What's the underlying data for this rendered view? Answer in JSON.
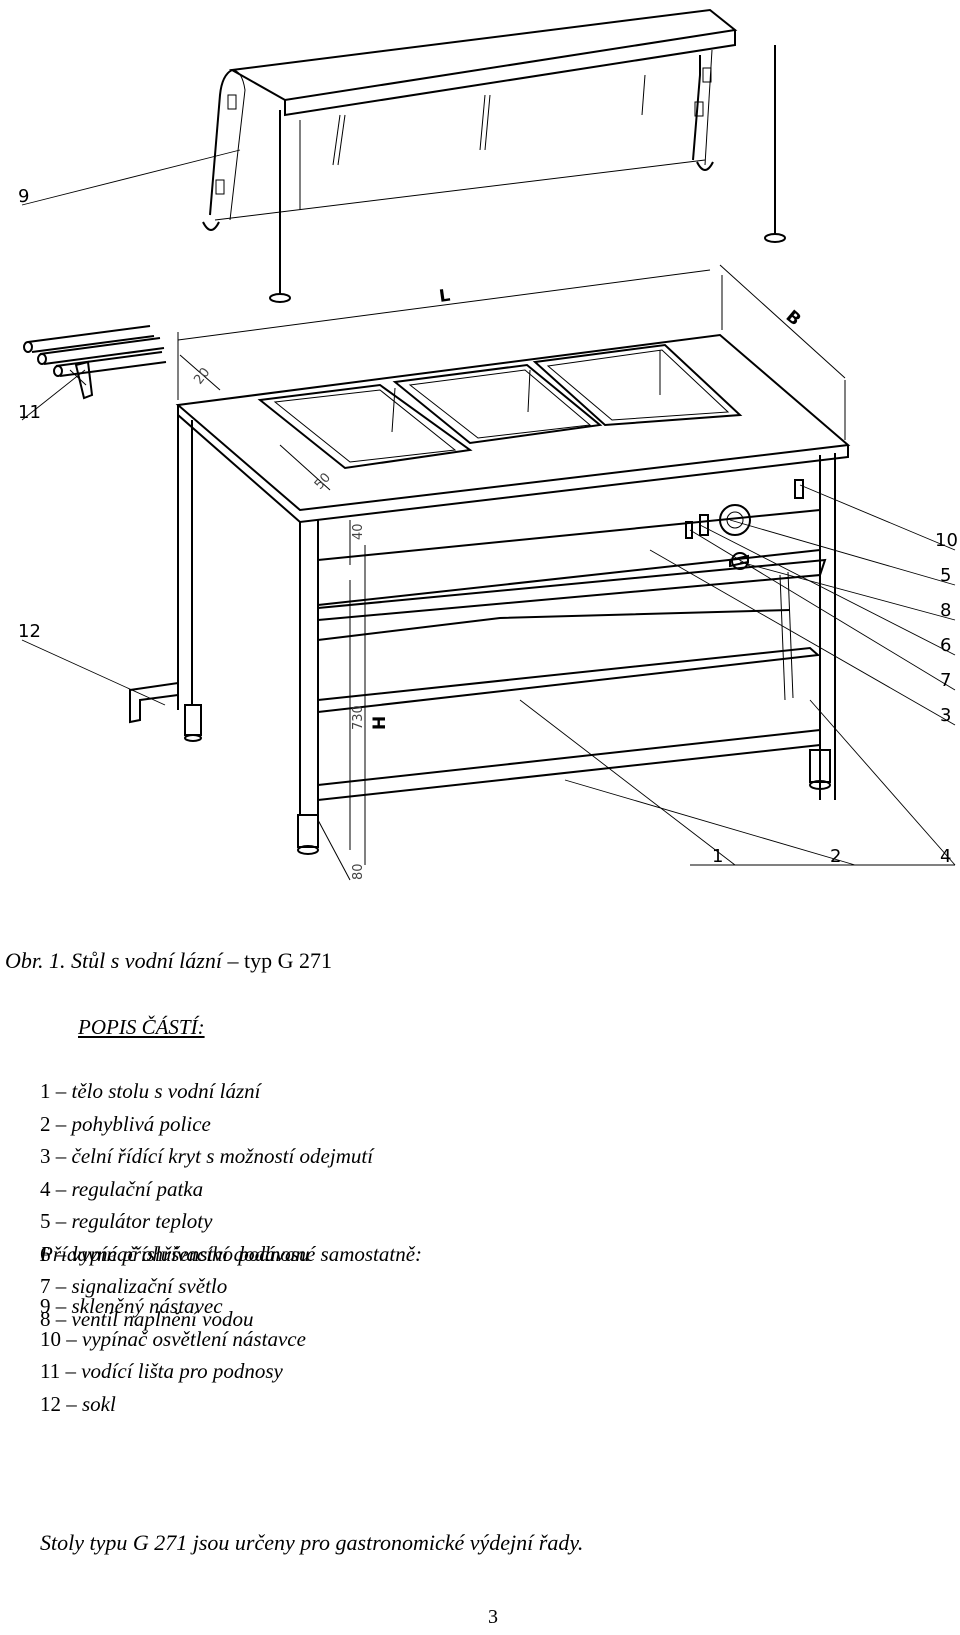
{
  "figure": {
    "callouts": [
      "9",
      "11",
      "12",
      "10",
      "5",
      "8",
      "6",
      "7",
      "3",
      "1",
      "2",
      "4"
    ],
    "dimensions": {
      "L": "L",
      "B": "B",
      "d20": "20",
      "d50": "50",
      "d40": "40",
      "H": "H",
      "d730": "730",
      "d80": "80"
    },
    "caption_prefix": "Obr. 1.",
    "caption_text": "Stůl s vodní lázní",
    "caption_type": "– typ G 271"
  },
  "parts_heading": "POPIS ČÁSTÍ:",
  "parts": [
    {
      "num": "1",
      "text": "– tělo stolu s vodní lázní"
    },
    {
      "num": "2",
      "text": "– pohyblivá police"
    },
    {
      "num": "3",
      "text": "– čelní řídící kryt s možností odejmutí"
    },
    {
      "num": "4",
      "text": "– regulační patka"
    },
    {
      "num": "5",
      "text": "– regulátor teploty"
    },
    {
      "num": "6",
      "text": "– vypínač ohřívacího podnosu"
    },
    {
      "num": "7",
      "text": "– signalizační světlo"
    },
    {
      "num": "8",
      "text": "– ventil naplnění vodou"
    }
  ],
  "accessories_title": "Přídavné příslušenství dodávané samostatně:",
  "accessories": [
    {
      "num": "9",
      "text": "– skleněný nástavec"
    },
    {
      "num": "10",
      "text": "– vypínač osvětlení nástavce"
    },
    {
      "num": "11",
      "text": "– vodící lišta pro podnosy"
    },
    {
      "num": "12",
      "text": "– sokl"
    }
  ],
  "note": "Stoly typu G 271 jsou určeny pro gastronomické výdejní řady.",
  "page_number": "3"
}
